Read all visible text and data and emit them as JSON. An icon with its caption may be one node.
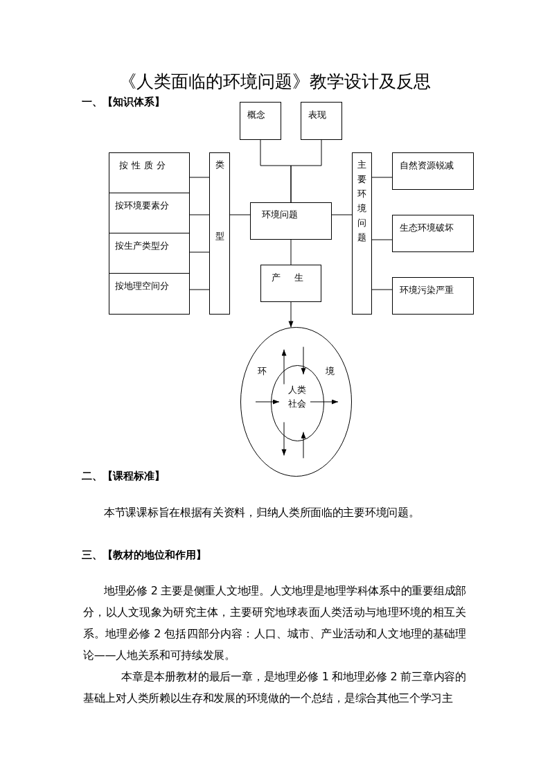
{
  "diagram": {
    "title": "《人类面临的环境问题》教学设计及反思",
    "nodes": [
      {
        "text": [
          "概念"
        ]
      },
      {
        "text": [
          "表现"
        ]
      },
      {
        "text": [
          "按性质分"
        ]
      },
      {
        "text": [
          "类型"
        ]
      },
      {
        "text": [
          "主要环境问题"
        ]
      },
      {
        "text": [
          "自然资源锐减"
        ]
      },
      {
        "text": [
          "按环境要素分"
        ]
      },
      {
        "text": [
          "环境问题"
        ]
      },
      {
        "text": [
          "生态环境破坏"
        ]
      },
      {
        "text": [
          "按生产类型分"
        ]
      },
      {
        "text": [
          "产生"
        ]
      },
      {
        "text": [
          "按地理空间分"
        ]
      },
      {
        "text": [
          "环境污染严重"
        ]
      },
      {
        "text": [
          "环",
          "境"
        ]
      },
      {
        "text": [
          "人类社会"
        ],
        "in": 13
      }
    ],
    "edges": [
      {
        "from": 0,
        "to": 7,
        "arrow": "none"
      },
      {
        "from": 1,
        "to": 7,
        "arrow": "none"
      },
      {
        "from": 2,
        "to": 3,
        "arrow": "none"
      },
      {
        "from": 6,
        "to": 3,
        "arrow": "none"
      },
      {
        "from": 9,
        "to": 3,
        "arrow": "none"
      },
      {
        "from": 11,
        "to": 3,
        "arrow": "none"
      },
      {
        "from": 3,
        "to": 7,
        "arrow": "none"
      },
      {
        "from": 7,
        "to": 4,
        "arrow": "none"
      },
      {
        "from": 4,
        "to": 5,
        "arrow": "none"
      },
      {
        "from": 4,
        "to": 8,
        "arrow": "none"
      },
      {
        "from": 4,
        "to": 12,
        "arrow": "none"
      },
      {
        "from": 7,
        "to": 10,
        "arrow": "none"
      },
      {
        "from": 10,
        "to": 13,
        "arrow": "to"
      },
      {
        "from": 14,
        "to": 13,
        "arrow": "to"
      },
      {
        "from": 13,
        "to": 14,
        "arrow": "to"
      },
      {
        "from": 13,
        "to": 14,
        "arrow": "to"
      },
      {
        "from": 14,
        "to": 13,
        "arrow": "to"
      },
      {
        "from": 14,
        "to": 13,
        "arrow": "to"
      },
      {
        "from": 13,
        "to": 14,
        "arrow": "to"
      }
    ],
    "labels": [
      "一、【知识体系】",
      "二、【课程标准】",
      "本节课课标旨在根据有关资料，归纳人类所面临的主要环境问题。",
      "三、【教材的地位和作用】",
      "地理必修 2 主要是侧重人文地理。人文地理是地理学科体系中的重要组成部分，以人文现象为研究主体，主要研究地球表面人类活动与地理环境的相互关系。地理必修 2 包括四部分内容：人口、城市、产业活动和人文地理的基础理论——人地关系和可持续发展。",
      "本章是本册教材的最后一章，是地理必修 1 和地理必修 2 前三章内容的基础上对人类所赖以生存和发展的环境做的一个总结，是综合其他三个学习主"
    ]
  }
}
